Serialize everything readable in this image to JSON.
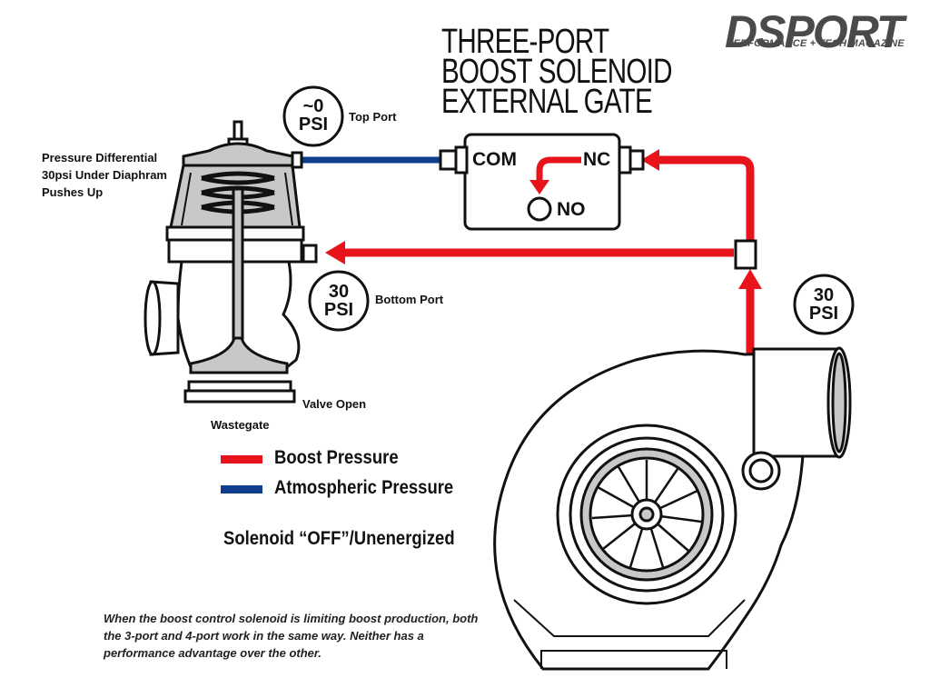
{
  "title": {
    "line1": "THREE-PORT",
    "line2": "BOOST SOLENOID",
    "line3": "EXTERNAL GATE"
  },
  "logo": {
    "name": "DSPORT",
    "tagline": "PERFORMANCE + TECH MAGAZINE"
  },
  "solenoid": {
    "com": "COM",
    "nc": "NC",
    "no": "NO"
  },
  "pressure_badges": {
    "top": {
      "value": "~0",
      "unit": "PSI"
    },
    "bottom": {
      "value": "30",
      "unit": "PSI"
    },
    "turbo": {
      "value": "30",
      "unit": "PSI"
    }
  },
  "labels": {
    "top_port": "Top Port",
    "bottom_port": "Bottom Port",
    "diff_line1": "Pressure Differential",
    "diff_line2": "30psi Under Diaphram",
    "diff_line3": "Pushes Up",
    "valve_open": "Valve Open",
    "wastegate": "Wastegate"
  },
  "legend": {
    "boost": "Boost Pressure",
    "atmo": "Atmospheric Pressure",
    "state": "Solenoid “OFF”/Unenergized"
  },
  "caption": "When the boost control solenoid is limiting boost production, both the 3-port and 4-port work in the same way. Neither has a performance advantage over the other.",
  "colors": {
    "boost": "#e8141c",
    "atmo": "#0f3f8c",
    "outline": "#111111",
    "gray": "#c8c8c8"
  }
}
